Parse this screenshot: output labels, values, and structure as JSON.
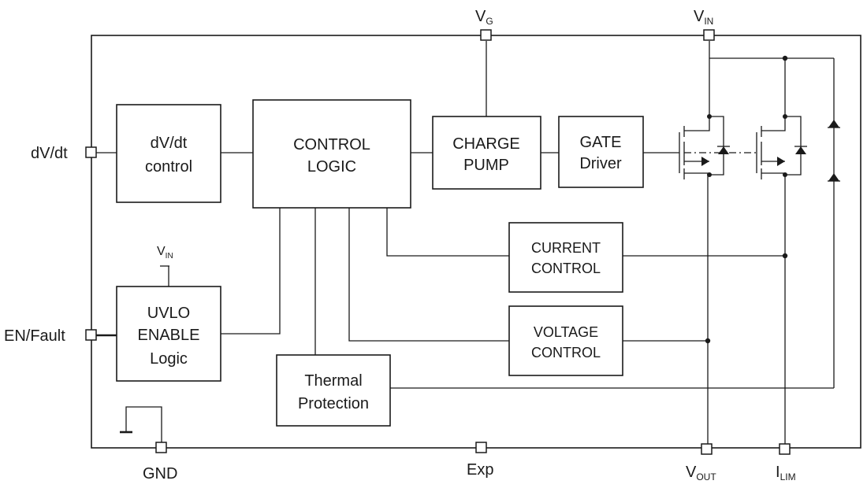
{
  "blocks": {
    "dvdt_control": [
      "dV/dt",
      "control"
    ],
    "control_logic": [
      "CONTROL",
      "LOGIC"
    ],
    "charge_pump": [
      "CHARGE",
      "PUMP"
    ],
    "gate_driver": [
      "GATE",
      "Driver"
    ],
    "current_control": [
      "CURRENT",
      "CONTROL"
    ],
    "voltage_control": [
      "VOLTAGE",
      "CONTROL"
    ],
    "uvlo": [
      "UVLO",
      "ENABLE",
      "Logic"
    ],
    "thermal": [
      "Thermal",
      "Protection"
    ]
  },
  "pins": {
    "vg": {
      "main": "V",
      "sub": "G"
    },
    "vin": {
      "main": "V",
      "sub": "IN"
    },
    "vin_uvlo": {
      "main": "V",
      "sub": "IN"
    },
    "dvdt": "dV/dt",
    "en_fault": "EN/Fault",
    "gnd": "GND",
    "exp": "Exp",
    "vout": {
      "main": "V",
      "sub": "OUT"
    },
    "ilim": {
      "main": "I",
      "sub": "LIM"
    }
  }
}
